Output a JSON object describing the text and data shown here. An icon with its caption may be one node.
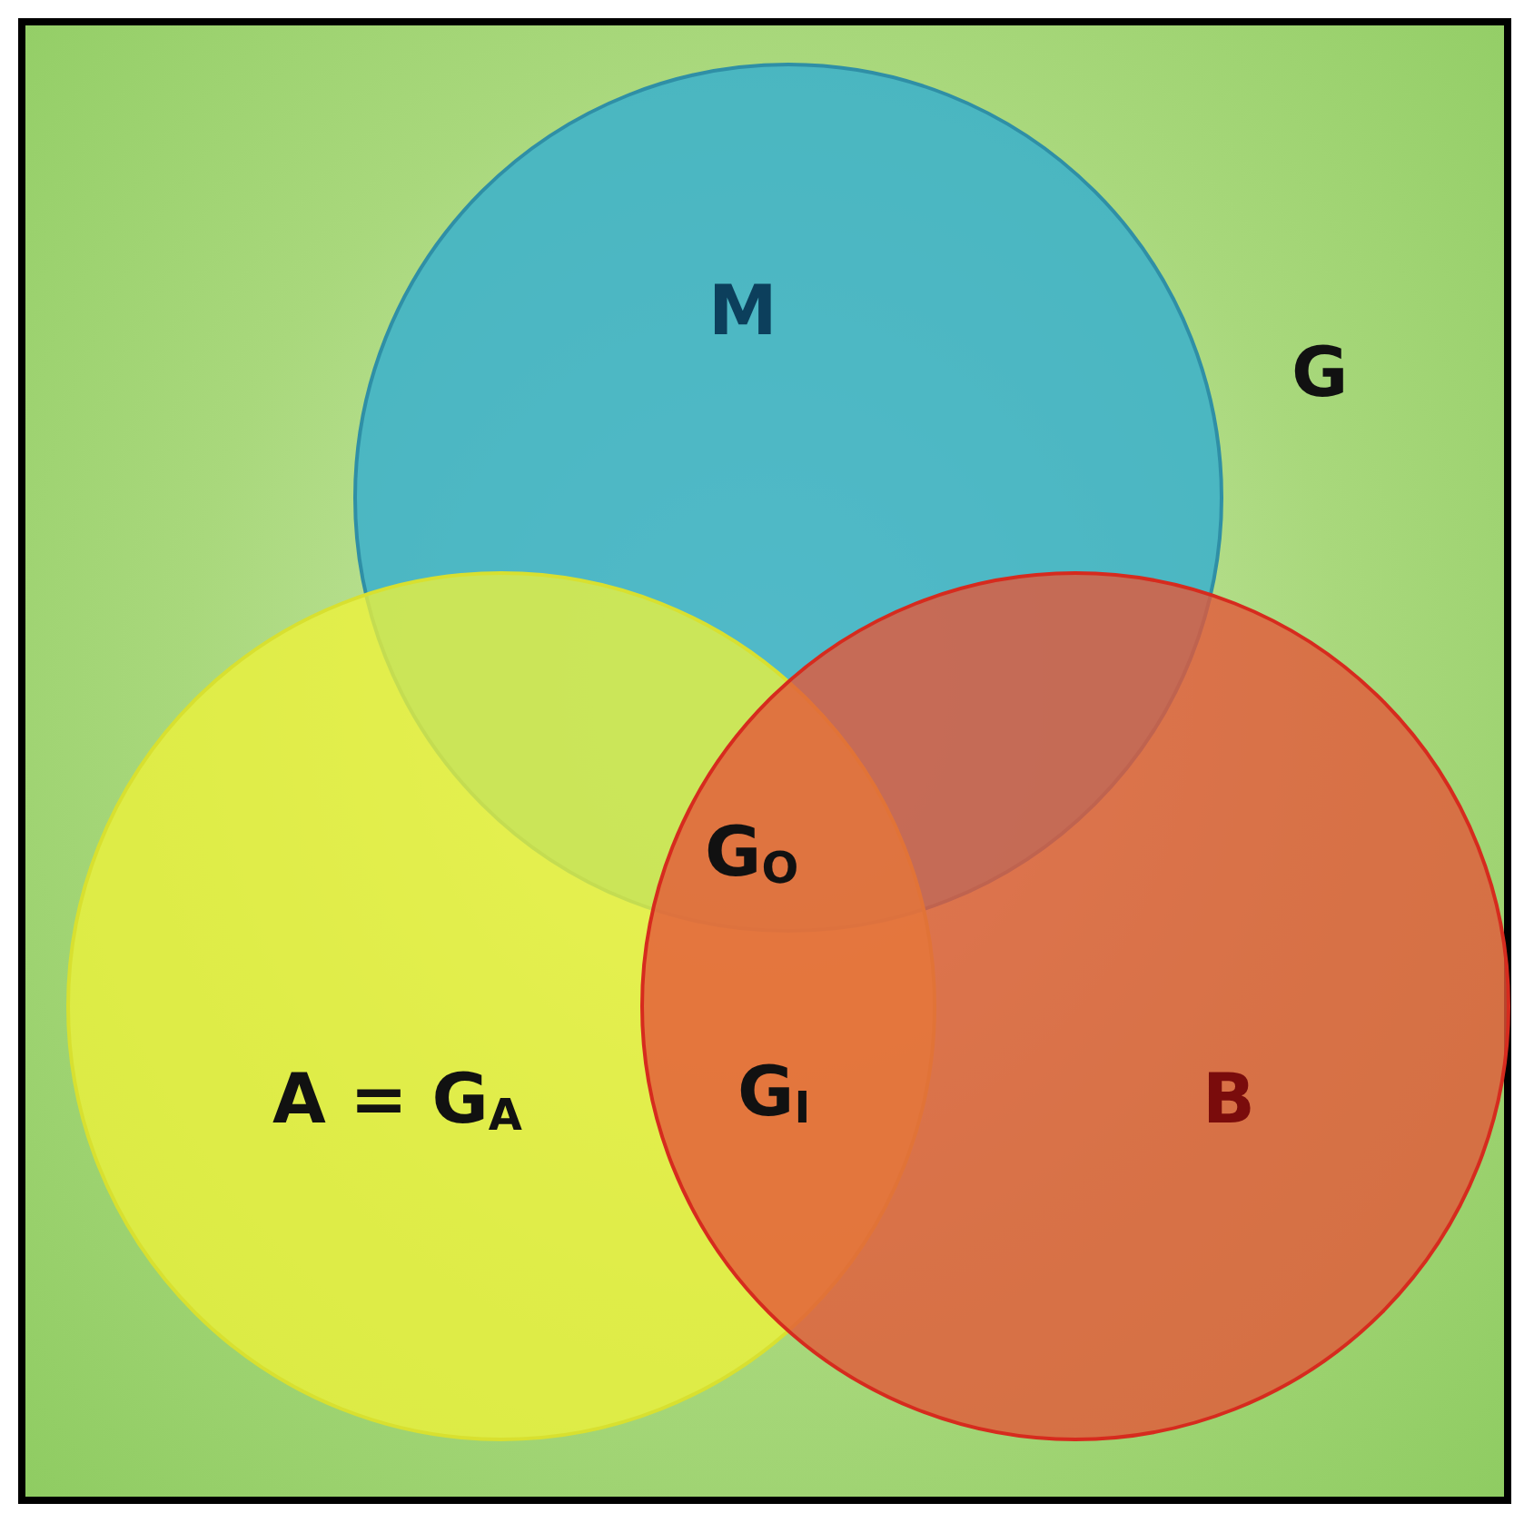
{
  "diagram": {
    "nodes": [
      {
        "text": [
          "G"
        ]
      },
      {
        "text": [
          "M"
        ],
        "in": 0
      },
      {
        "text": [
          "A = G$_{A}$"
        ],
        "in": 0
      },
      {
        "text": [
          "B"
        ],
        "in": 0
      }
    ],
    "labels": [
      "G$_{O}$",
      "G$_{I}$"
    ]
  }
}
